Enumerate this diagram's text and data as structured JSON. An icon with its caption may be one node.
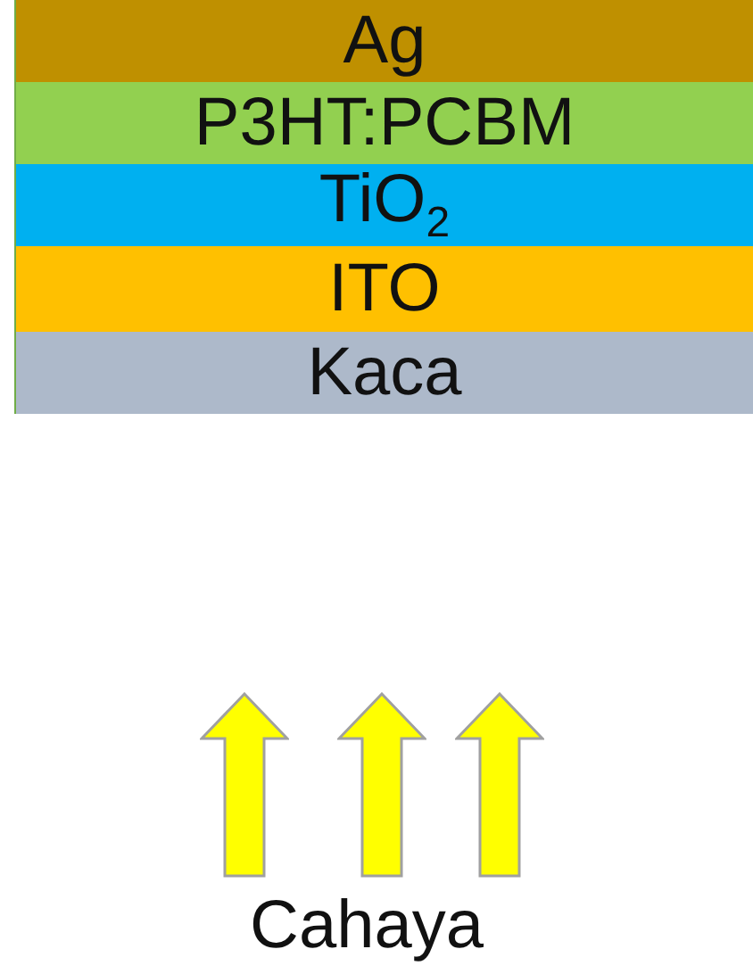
{
  "diagram": {
    "nodes": [
      {
        "text": [
          "Ag"
        ]
      },
      {
        "text": [
          "P3HT:PCBM"
        ]
      },
      {
        "text": [
          "TiO$_{2}$"
        ]
      },
      {
        "text": [
          "ITO"
        ]
      },
      {
        "text": [
          "Kaca"
        ]
      }
    ],
    "labels": [
      "Cahaya"
    ]
  }
}
